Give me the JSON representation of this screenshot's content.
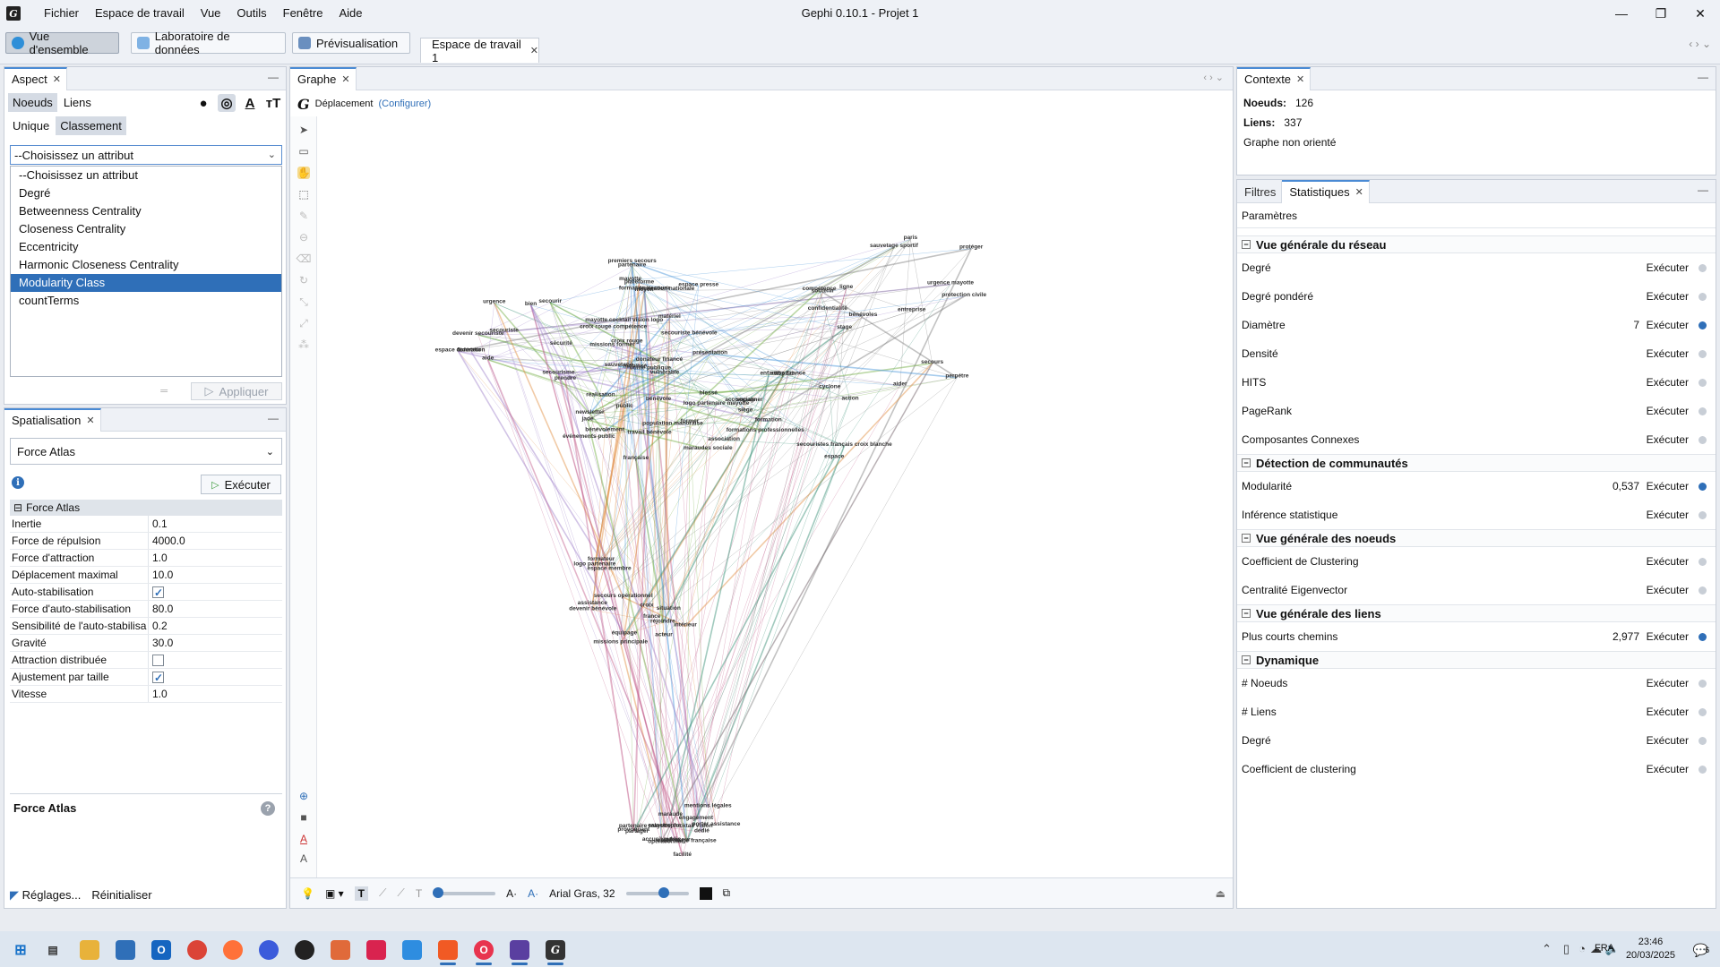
{
  "menubar": {
    "items": [
      "Fichier",
      "Espace de travail",
      "Vue",
      "Outils",
      "Fenêtre",
      "Aide"
    ],
    "window_title": "Gephi 0.10.1 - Projet 1"
  },
  "toolbar": {
    "overview": "Vue d'ensemble",
    "data_lab": "Laboratoire de données",
    "preview": "Prévisualisation",
    "workspace_tab": "Espace de travail 1"
  },
  "aspect": {
    "tab": "Aspect",
    "nodes": "Noeuds",
    "edges": "Liens",
    "unique": "Unique",
    "ranking": "Classement",
    "selected": "--Choisissez un attribut",
    "options": [
      "--Choisissez un attribut",
      "Degré",
      "Betweenness Centrality",
      "Closeness Centrality",
      "Eccentricity",
      "Harmonic Closeness Centrality",
      "Modularity Class",
      "countTerms"
    ],
    "highlighted_option": "Modularity Class",
    "apply": "Appliquer"
  },
  "spatialisation": {
    "tab": "Spatialisation",
    "algorithm": "Force Atlas",
    "run": "Exécuter",
    "category": "Force Atlas",
    "props": [
      {
        "name": "Inertie",
        "value": "0.1"
      },
      {
        "name": "Force de répulsion",
        "value": "4000.0"
      },
      {
        "name": "Force d'attraction",
        "value": "1.0"
      },
      {
        "name": "Déplacement maximal",
        "value": "10.0"
      },
      {
        "name": "Auto-stabilisation",
        "value": "",
        "checked": true
      },
      {
        "name": "Force d'auto-stabilisation",
        "value": "80.0"
      },
      {
        "name": "Sensibilité de l'auto-stabilisa",
        "value": "0.2"
      },
      {
        "name": "Gravité",
        "value": "30.0"
      },
      {
        "name": "Attraction distribuée",
        "value": "",
        "checked": false
      },
      {
        "name": "Ajustement par taille",
        "value": "",
        "checked": true
      },
      {
        "name": "Vitesse",
        "value": "1.0"
      }
    ],
    "desc_title": "Force Atlas",
    "settings": "Réglages...",
    "reset": "Réinitialiser"
  },
  "graph": {
    "tab": "Graphe",
    "tool": "Déplacement",
    "configure": "(Configurer)",
    "font_label": "Arial Gras, 32",
    "labels": [
      "devenir secouriste",
      "secouriste bénévole",
      "stage",
      "maraudes sociale",
      "sociale",
      "missions principale",
      "maraude",
      "secouriste",
      "moyen",
      "ligne",
      "travail bénévole",
      "action",
      "réjoindre",
      "engagement",
      "aide",
      "plateforme",
      "perpétre",
      "bénévolement",
      "siège",
      "acteur",
      "accueil public",
      "mobilisé",
      "vulnérable",
      "bénévoles",
      "réalisation",
      "autre France",
      "france",
      "catastrophe",
      "missions former",
      "partenaire",
      "protection civile",
      "événements public",
      "association",
      "devenir bénévole",
      "professeur",
      "secourir",
      "utilité publique",
      "protéger",
      "blessé",
      "hôpital",
      "secours opérationnel",
      "opérationnel",
      "prendre",
      "premiers secours",
      "aider",
      "former",
      "accompagner",
      "intérieur",
      "partager",
      "urgence",
      "présentation",
      "urgence mayotte",
      "population mahoraise",
      "enfant",
      "formateur",
      "facilité",
      "sécurité",
      "matériel",
      "soutenir",
      "bénévole",
      "formation",
      "équipage",
      "dédié",
      "secourisme",
      "fédération nationale",
      "entreprise",
      "public",
      "formations professionnelles",
      "assistance",
      "porter assistance",
      "fédération",
      "sauvetage",
      "sauvetage sportif",
      "française",
      "secouristes français croix blanche",
      "croix",
      "croix rouge française",
      "croix rouge",
      "croix rouge compétence",
      "compétence",
      "newsletter",
      "espace",
      "espace membre",
      "mentions légales",
      "espace donateur",
      "espace presse",
      "confidentialité",
      "donateur financé",
      "logo partenaire mayotte",
      "logo partenaire",
      "partenaire mayotte cocktail vision",
      "mayotte cocktail vision logo",
      "mayotte",
      "paris",
      "jade",
      "cyclone",
      "situation",
      "provoquant",
      "bien",
      "formation secourir",
      "secours"
    ]
  },
  "context": {
    "tab": "Contexte",
    "nodes_label": "Noeuds:",
    "nodes_value": "126",
    "edges_label": "Liens:",
    "edges_value": "337",
    "graph_type": "Graphe non orienté"
  },
  "stats": {
    "tab_filters": "Filtres",
    "tab_stats": "Statistiques",
    "params": "Paramètres",
    "run": "Exécuter",
    "groups": [
      {
        "title": "Vue générale du réseau",
        "rows": [
          {
            "name": "Degré",
            "value": "",
            "info": false
          },
          {
            "name": "Degré pondéré",
            "value": "",
            "info": false
          },
          {
            "name": "Diamètre",
            "value": "7",
            "info": true
          },
          {
            "name": "Densité",
            "value": "",
            "info": false
          },
          {
            "name": "HITS",
            "value": "",
            "info": false
          },
          {
            "name": "PageRank",
            "value": "",
            "info": false
          },
          {
            "name": "Composantes Connexes",
            "value": "",
            "info": false
          }
        ]
      },
      {
        "title": "Détection de communautés",
        "rows": [
          {
            "name": "Modularité",
            "value": "0,537",
            "info": true
          },
          {
            "name": "Inférence statistique",
            "value": "",
            "info": false
          }
        ]
      },
      {
        "title": "Vue générale des noeuds",
        "rows": [
          {
            "name": "Coefficient de Clustering",
            "value": "",
            "info": false
          },
          {
            "name": "Centralité Eigenvector",
            "value": "",
            "info": false
          }
        ]
      },
      {
        "title": "Vue générale des liens",
        "rows": [
          {
            "name": "Plus courts chemins",
            "value": "2,977",
            "info": true
          }
        ]
      },
      {
        "title": "Dynamique",
        "rows": [
          {
            "name": "# Noeuds",
            "value": "",
            "info": false
          },
          {
            "name": "# Liens",
            "value": "",
            "info": false
          },
          {
            "name": "Degré",
            "value": "",
            "info": false
          },
          {
            "name": "Coefficient de clustering",
            "value": "",
            "info": false
          }
        ]
      }
    ]
  },
  "taskbar": {
    "lang": "FRA",
    "time": "23:46",
    "date": "20/03/2025",
    "notifications": "6"
  }
}
